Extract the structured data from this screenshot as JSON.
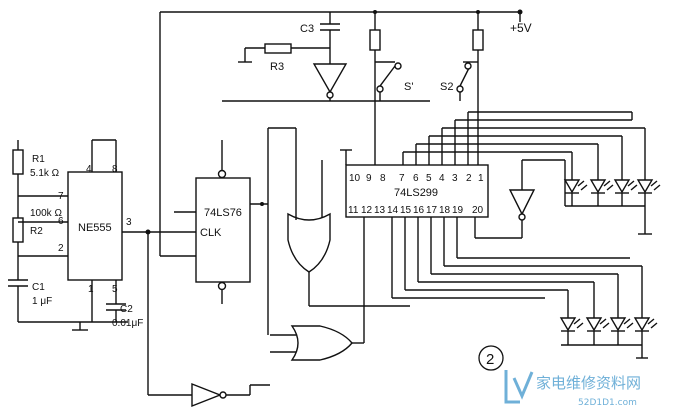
{
  "components": {
    "r1_name": "R1",
    "r1_value": "5.1k Ω",
    "r2_value": "100k Ω",
    "r2_name": "R2",
    "c1_name": "C1",
    "c1_value": "1 μF",
    "c2_name": "C2",
    "c2_value": "0.01μF",
    "c3_name": "C3",
    "r3_name": "R3",
    "s1_name": "S'",
    "s2_name": "S2",
    "supply": "+5V"
  },
  "ne555": {
    "name": "NE555",
    "pins": [
      "7",
      "6",
      "2",
      "4",
      "8",
      "3",
      "1",
      "5"
    ]
  },
  "ff": {
    "name": "74LS76",
    "clk": "CLK"
  },
  "sr": {
    "name": "74LS299",
    "top_pins": [
      "10",
      "9",
      "8",
      "7",
      "6",
      "5",
      "4",
      "3",
      "2",
      "1"
    ],
    "bottom_pins": [
      "11",
      "12",
      "13",
      "14",
      "15",
      "16",
      "17",
      "18",
      "19",
      "20"
    ]
  },
  "figure_number": "2",
  "watermark": {
    "text": "家电维修资料网",
    "url": "52D1D1.com"
  },
  "colors": {
    "ink": "#111111",
    "watermark": "#6fb0d8"
  }
}
